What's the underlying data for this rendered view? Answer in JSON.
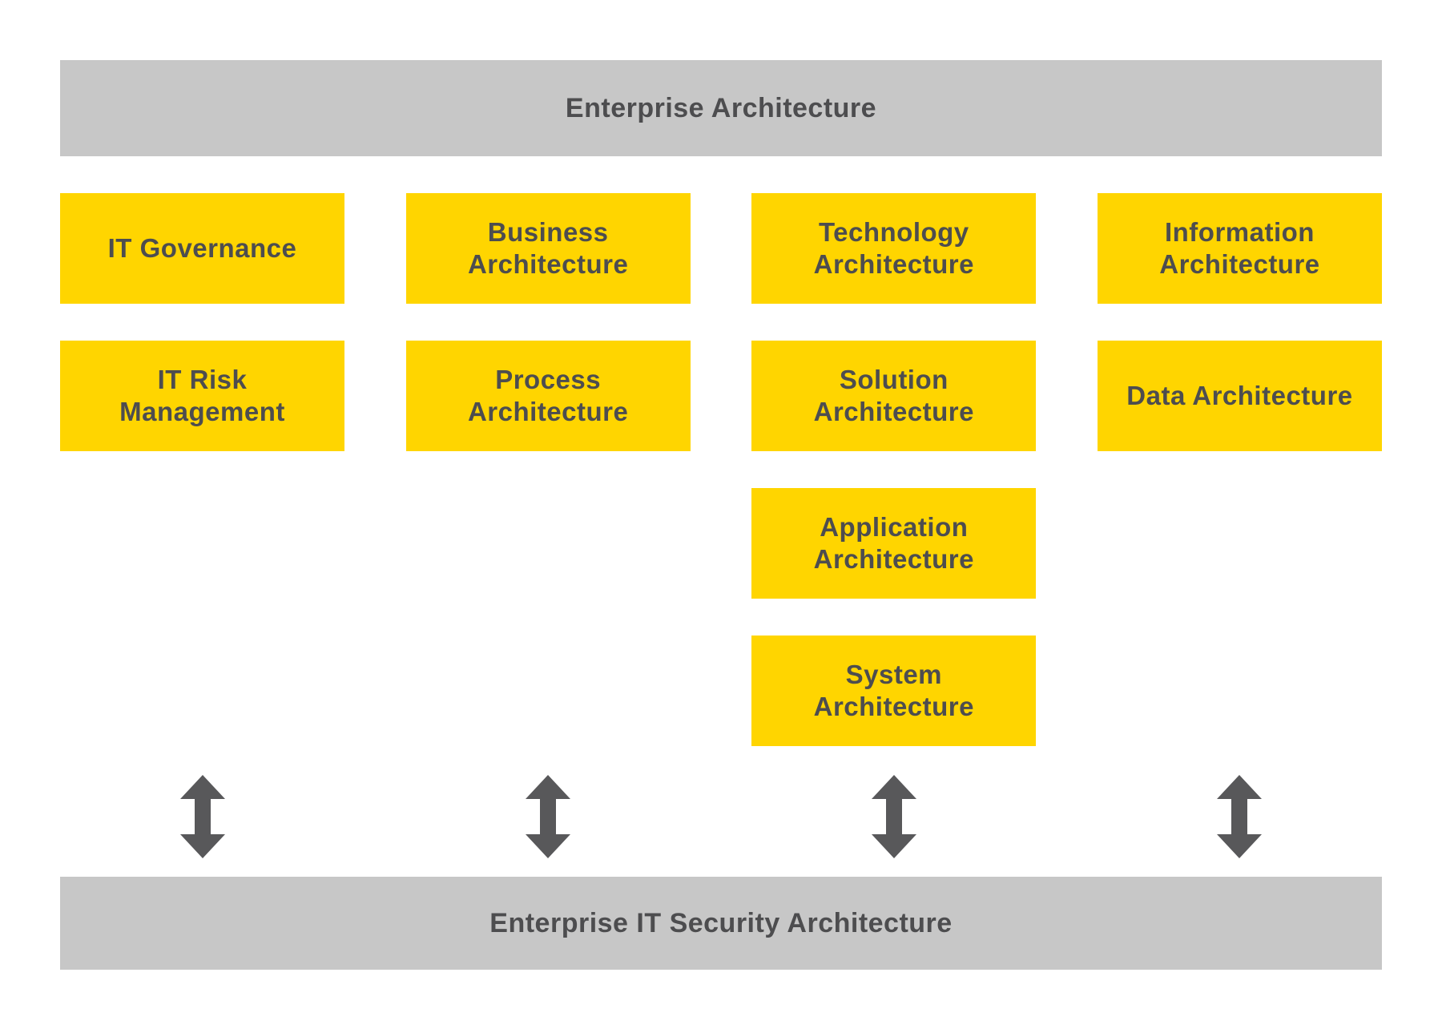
{
  "top_bar": "Enterprise Architecture",
  "bottom_bar": "Enterprise IT Security Architecture",
  "columns": [
    {
      "name": "governance",
      "boxes": [
        "IT Governance",
        "IT Risk Management"
      ]
    },
    {
      "name": "business",
      "boxes": [
        "Business Architecture",
        "Process Architecture"
      ]
    },
    {
      "name": "technology",
      "boxes": [
        "Technology Architecture",
        "Solution Architecture",
        "Application Architecture",
        "System Architecture"
      ]
    },
    {
      "name": "information",
      "boxes": [
        "Information Architecture",
        "Data Architecture"
      ]
    }
  ],
  "colors": {
    "bar_bg": "#c7c7c7",
    "box_bg": "#ffd500",
    "text": "#4d4d4f",
    "arrow": "#58585a",
    "page_bg": "#ffffff"
  }
}
